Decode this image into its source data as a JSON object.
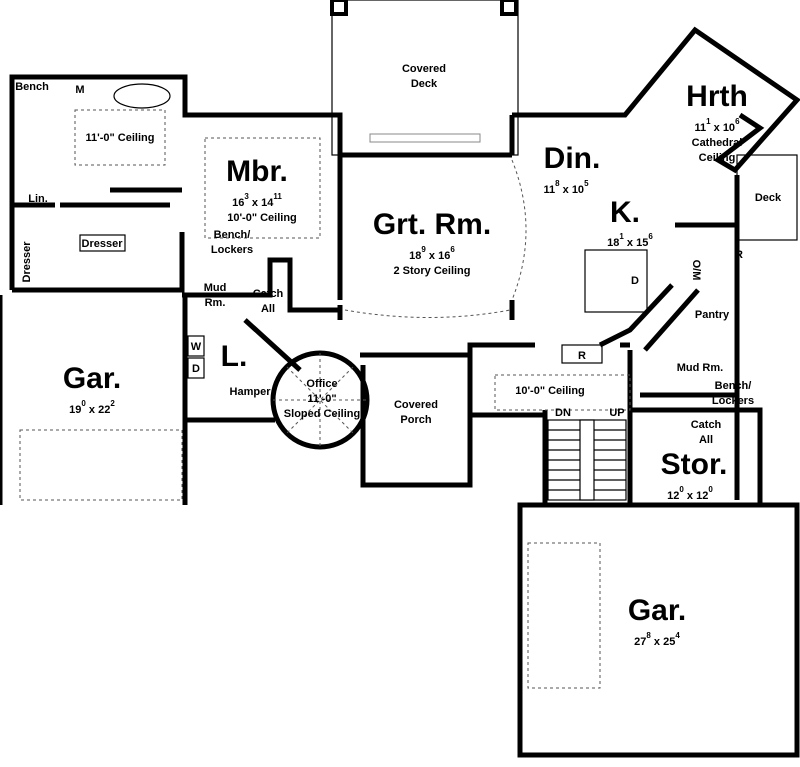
{
  "rooms": {
    "mbr": {
      "name": "Mbr.",
      "w": "16",
      "w_in": "3",
      "h": "14",
      "h_in": "11",
      "note": "10'-0\" Ceiling"
    },
    "grt": {
      "name": "Grt. Rm.",
      "w": "18",
      "w_in": "9",
      "h": "16",
      "h_in": "6",
      "note": "2 Story Ceiling"
    },
    "din": {
      "name": "Din.",
      "w": "11",
      "w_in": "8",
      "h": "10",
      "h_in": "5"
    },
    "hrth": {
      "name": "Hrth",
      "w": "11",
      "w_in": "1",
      "h": "10",
      "h_in": "6",
      "note1": "Cathedral",
      "note2": "Ceiling"
    },
    "kit": {
      "name": "K.",
      "w": "18",
      "w_in": "1",
      "h": "15",
      "h_in": "6"
    },
    "gar1": {
      "name": "Gar.",
      "w": "19",
      "w_in": "0",
      "h": "22",
      "h_in": "2"
    },
    "gar2": {
      "name": "Gar.",
      "w": "27",
      "w_in": "8",
      "h": "25",
      "h_in": "4"
    },
    "stor": {
      "name": "Stor.",
      "w": "12",
      "w_in": "0",
      "h": "12",
      "h_in": "0"
    },
    "laundry": {
      "name": "L."
    }
  },
  "labels": {
    "covered_deck": [
      "Covered",
      "Deck"
    ],
    "covered_porch": [
      "Covered",
      "Porch"
    ],
    "deck": "Deck",
    "bench": "Bench",
    "m": "M",
    "bath_ceiling": "11'-0\" Ceiling",
    "lin": "Lin.",
    "dresser_side": "Dresser",
    "dresser": "Dresser",
    "bench_lockers_1": [
      "Bench/",
      "Lockers"
    ],
    "mud_rm_1": [
      "Mud",
      "Rm."
    ],
    "catch_all_1": [
      "Catch",
      "All"
    ],
    "w": "W",
    "d": "D",
    "hamper": "Hamper",
    "office": [
      "Office",
      "11'-0\"",
      "Sloped Ceiling"
    ],
    "om": "O/M",
    "island_d": "D",
    "r1": "R",
    "r2": "R",
    "pantry": "Pantry",
    "hall_ceiling": "10'-0\" Ceiling",
    "dn": "DN",
    "up": "UP",
    "mud_rm_2": "Mud Rm.",
    "bench_lockers_2": [
      "Bench/",
      "Lockers"
    ],
    "catch_all_2": [
      "Catch",
      "All"
    ]
  }
}
